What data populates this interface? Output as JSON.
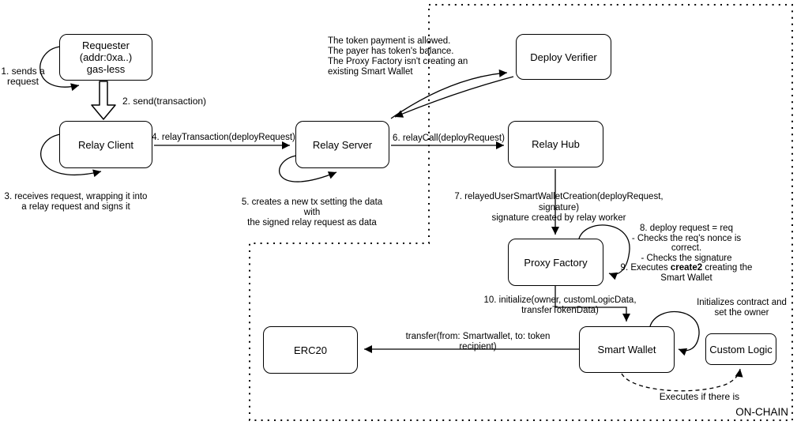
{
  "diagram": {
    "onchain_label": "ON-CHAIN"
  },
  "nodes": {
    "requester": "Requester\n(addr:0xa..)\ngas-less",
    "relay_client": "Relay Client",
    "relay_server": "Relay Server",
    "deploy_verifier": "Deploy Verifier",
    "relay_hub": "Relay Hub",
    "proxy_factory": "Proxy Factory",
    "smart_wallet": "Smart Wallet",
    "erc20": "ERC20",
    "custom_logic": "Custom Logic"
  },
  "annotations": {
    "step1": "1. sends a\nrequest",
    "step2": "2. send(transaction)",
    "step3": "3. receives request, wrapping it into\na relay request and signs it",
    "step4": "4. relayTransaction(deployRequest)",
    "step5": "5. creates a new tx setting the data with\nthe signed relay request as data",
    "step6": "6. relayCall(deployRequest)",
    "step7": "7. relayedUserSmartWalletCreation(deployRequest, signature)\nsignature created by relay worker",
    "verifier_note": "The token payment is allowed.\nThe payer has token's balance.\nThe Proxy Factory isn't creating an\nexisting Smart Wallet",
    "step8_line1": "8. deploy request = req",
    "step8_line2": "- Checks the req's nonce is correct.",
    "step8_line3": "- Checks the signature",
    "step9_pre": "9. Executes ",
    "step9_bold": "create2",
    "step9_post": " creating the",
    "step9_line2": "Smart Wallet",
    "step10": "10. initialize(owner, customLogicData, transferTokenData)",
    "transfer": "transfer(from: Smartwallet, to: token recipient)",
    "init_note": "Initializes contract and\nset the owner",
    "executes_note": "Executes if there is"
  },
  "colors": {
    "stroke": "#000000",
    "fill": "#ffffff"
  }
}
